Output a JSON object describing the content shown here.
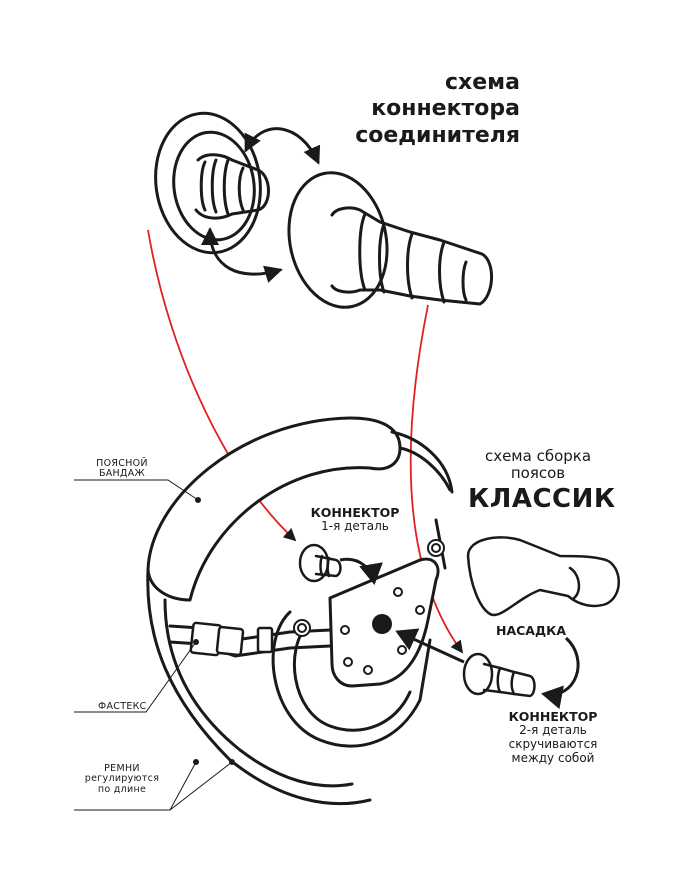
{
  "title_top": {
    "line1": "схема",
    "line2": "коннектора",
    "line3": "соединителя"
  },
  "title_right": {
    "line1": "схема сборка",
    "line2": "поясов",
    "line3": "КЛАССИК"
  },
  "labels": {
    "belt_bandage_line1": "ПОЯСНОЙ",
    "belt_bandage_line2": "БАНДАЖ",
    "fastex": "ФАСТЕКС",
    "straps_line1": "РЕМНИ",
    "straps_line2": "регулируются",
    "straps_line3": "по длине",
    "connector1_title": "КОННЕКТОР",
    "connector1_sub": "1-я деталь",
    "nasadka": "НАСАДКА",
    "connector2_title": "КОННЕКТОР",
    "connector2_sub1": "2-я деталь",
    "connector2_sub2": "скручиваются",
    "connector2_sub3": "между собой"
  },
  "colors": {
    "ink": "#1a1a1a",
    "accent_red": "#e02020",
    "background": "#ffffff"
  }
}
